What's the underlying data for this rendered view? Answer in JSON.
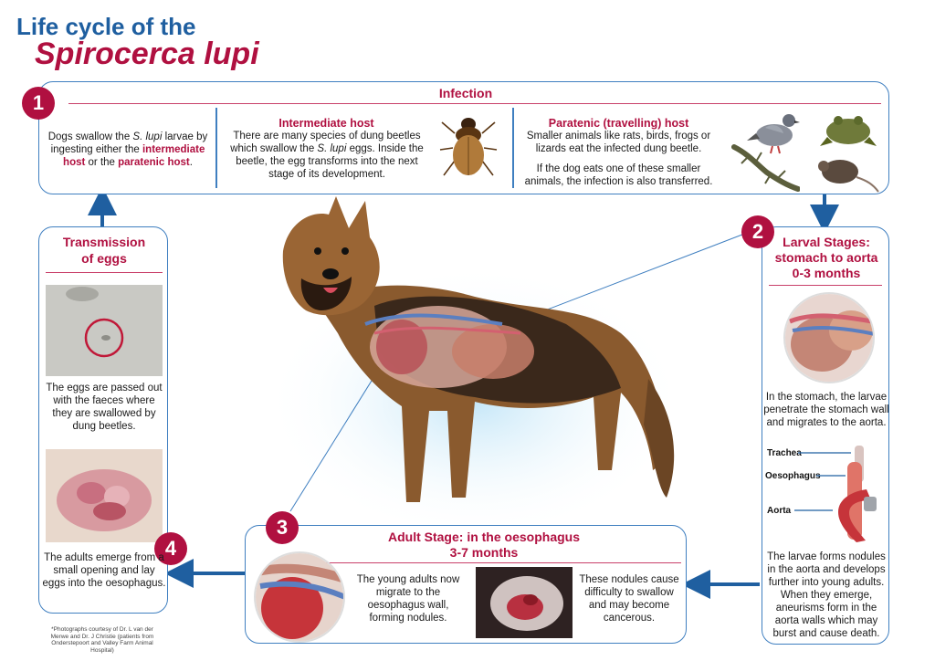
{
  "title": {
    "line1": "Life cycle of the",
    "line2": "Spirocerca lupi"
  },
  "steps": {
    "infection": {
      "number": "1",
      "heading": "Infection",
      "intro": {
        "part1": "Dogs swallow the ",
        "species": "S. lupi",
        "part2": " larvae by ingesting either the ",
        "link1": "intermediate host",
        "part3": " or the ",
        "link2": "paratenic host",
        "part4": "."
      },
      "intermediate": {
        "heading": "Intermediate host",
        "part1": "There are many species of dung beetles which swallow the ",
        "species": "S. lupi",
        "part2": " eggs. Inside the beetle, the egg transforms into the next stage of its development."
      },
      "paratenic": {
        "heading": "Paratenic (travelling) host",
        "text1": "Smaller animals like rats, birds, frogs or lizards eat the infected dung beetle.",
        "text2": "If the dog eats one of these smaller animals, the infection is also transferred."
      }
    },
    "larval": {
      "number": "2",
      "heading_line1": "Larval Stages:",
      "heading_line2": "stomach to aorta",
      "heading_line3": "0-3 months",
      "text1": "In the stomach, the larvae penetrate the stomach wall and migrates to the aorta.",
      "labels": {
        "trachea": "Trachea",
        "oesophagus": "Oesophagus",
        "aorta": "Aorta"
      },
      "text2": "The larvae forms nodules in the aorta and develops further into young adults. When they emerge, aneurisms form in the aorta walls which may burst and cause death."
    },
    "adult": {
      "number": "3",
      "heading_line1": "Adult Stage: in the oesophagus",
      "heading_line2": "3-7 months",
      "text1": "The young adults now migrate to the oesophagus wall, forming nodules.",
      "text2": "These nodules cause difficulty to swallow and may become cancerous."
    },
    "transmission": {
      "number": "4",
      "heading_line1": "Transmission",
      "heading_line2": "of eggs",
      "text1": "The eggs are passed out with the faeces where they are swallowed by dung beetles.",
      "text2": "The adults emerge from a small opening and lay eggs into the oesophagus."
    }
  },
  "credit": "*Photographs courtesy of Dr. L van der Merwe and Dr. J Christie (patients from Onderstepoort and Valley Farm Animal Hospital)",
  "colors": {
    "accent": "#b01040",
    "border": "#3f7fc0",
    "title": "#1f5fa0",
    "arrow": "#1f5fa0"
  }
}
